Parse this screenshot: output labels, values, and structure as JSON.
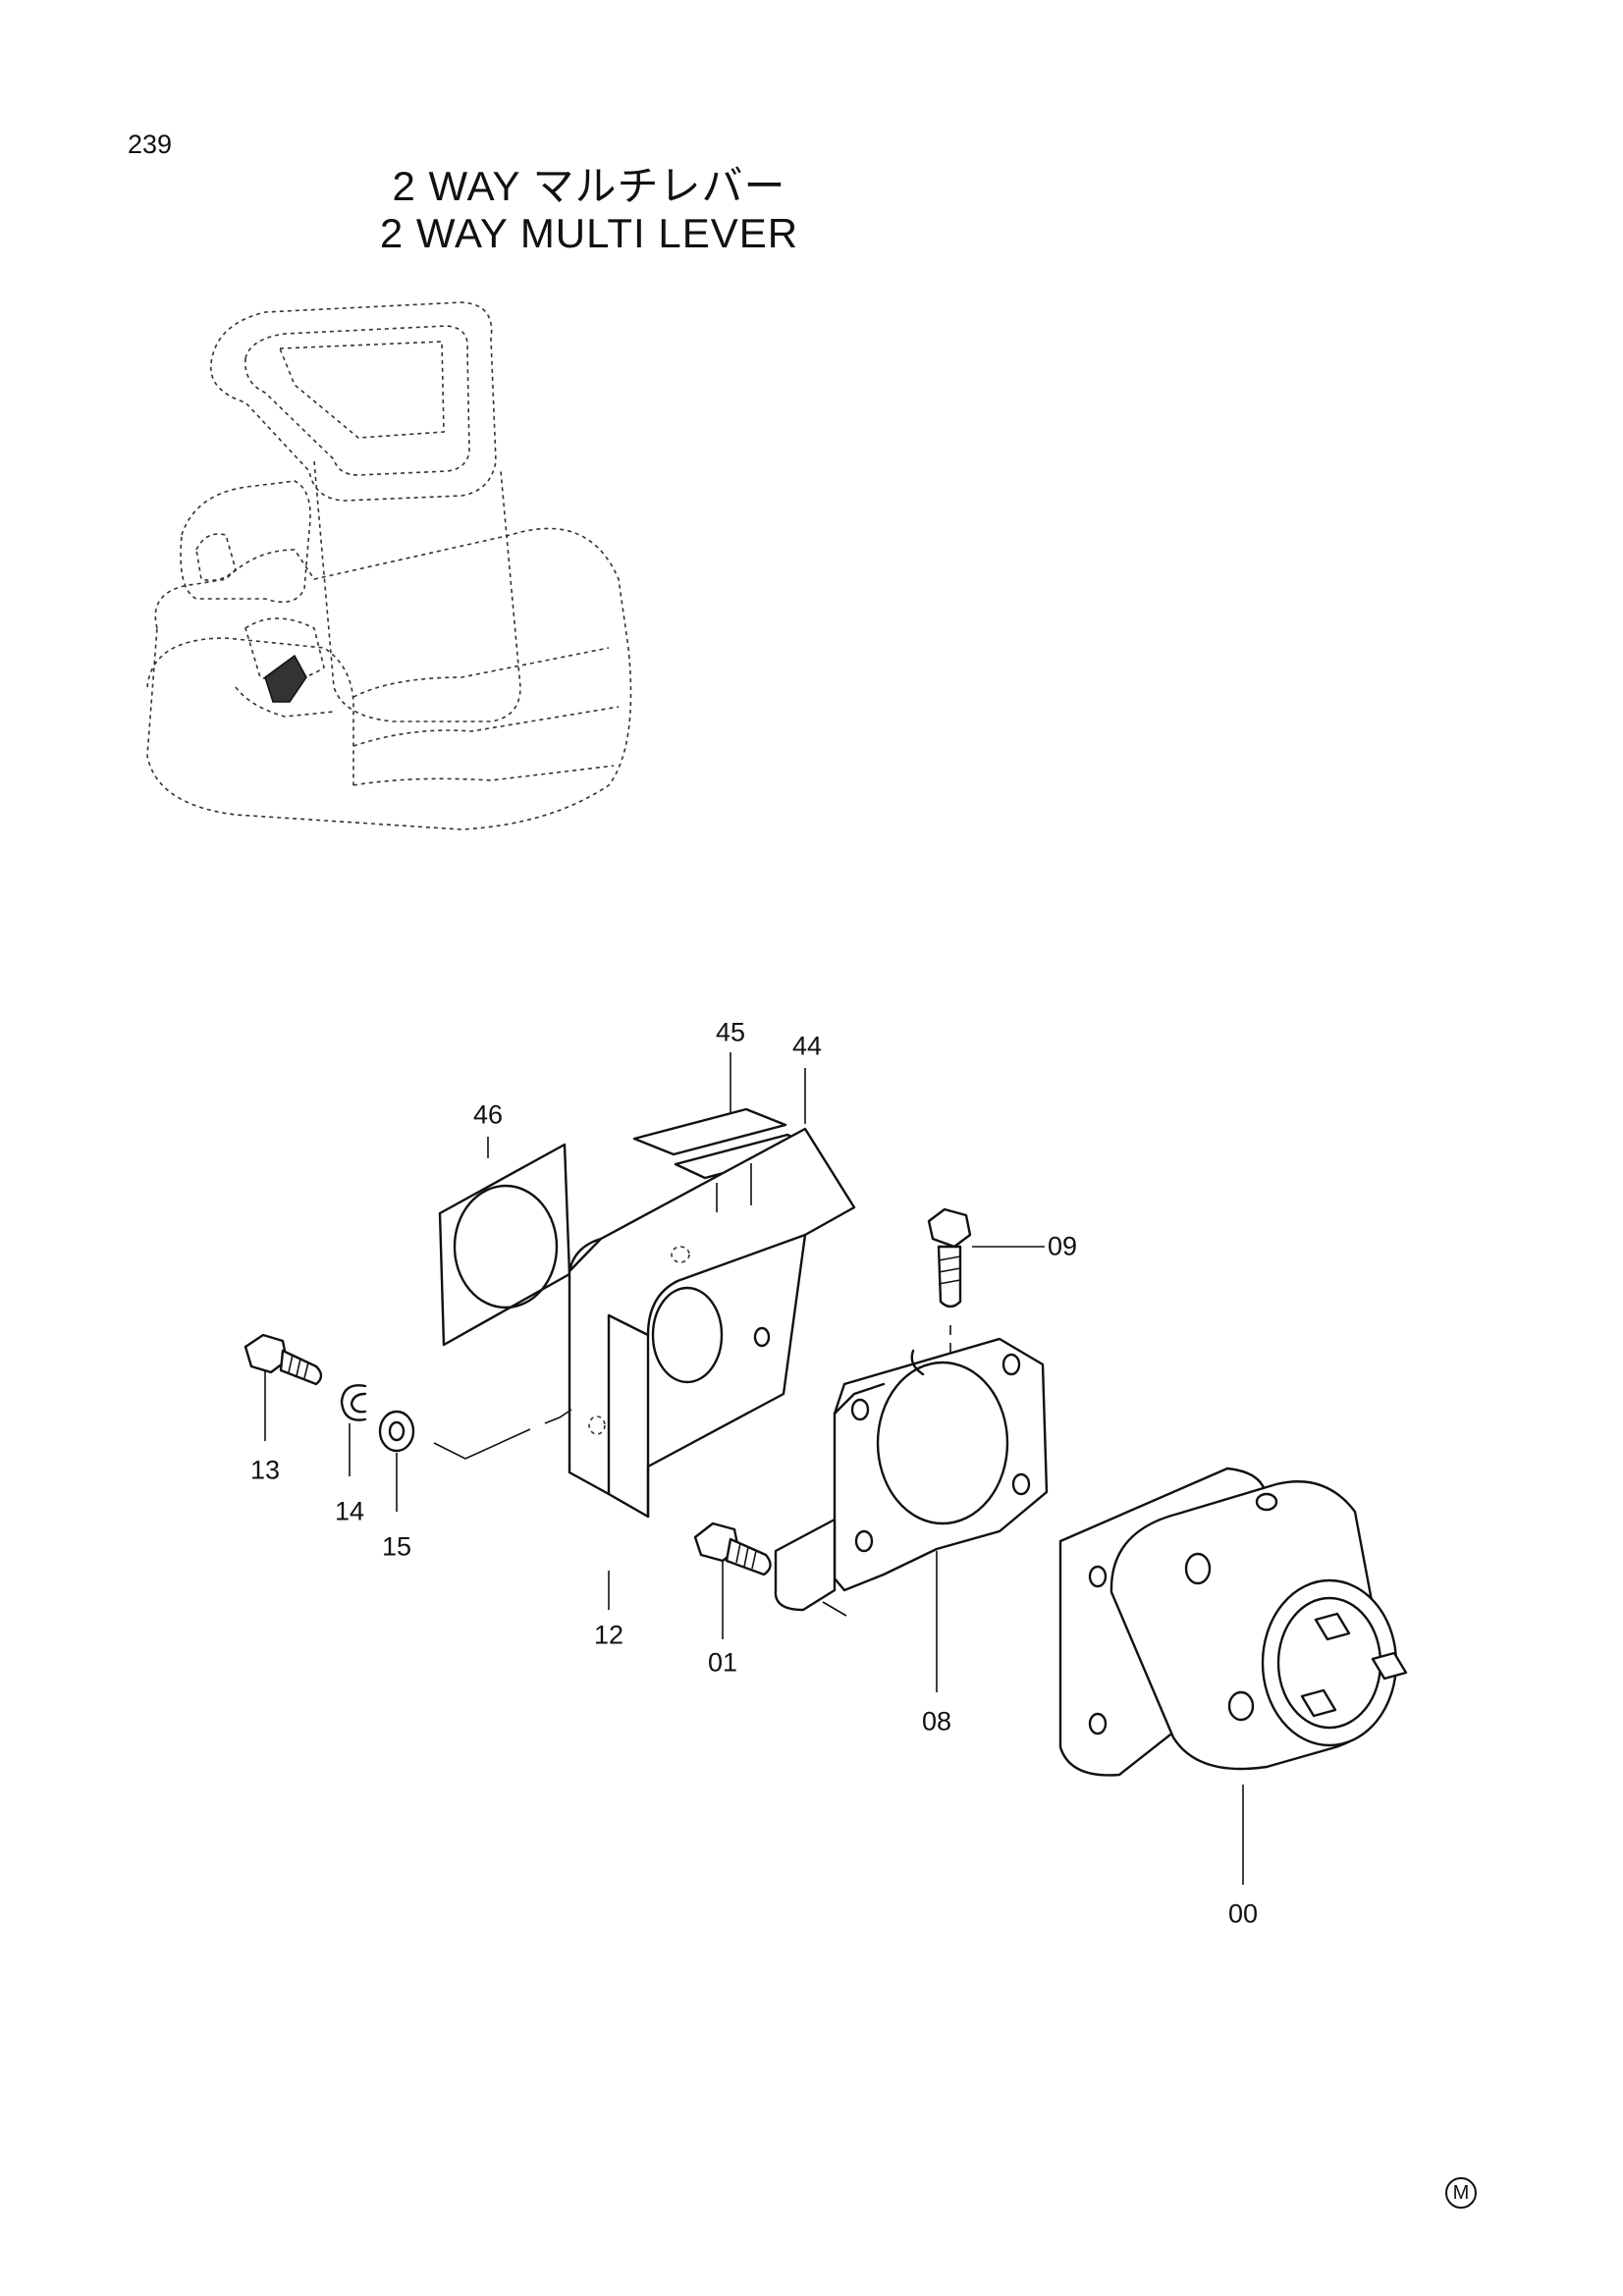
{
  "page": {
    "number": "239"
  },
  "title": {
    "japanese": "2 WAY マルチレバー",
    "english": "2 WAY MULTI LEVER"
  },
  "callouts": {
    "c46": "46",
    "c45": "45",
    "c44": "44",
    "c09": "09",
    "c13": "13",
    "c14": "14",
    "c15": "15",
    "c12": "12",
    "c01": "01",
    "c08": "08",
    "c00": "00"
  },
  "corner_mark": "M"
}
